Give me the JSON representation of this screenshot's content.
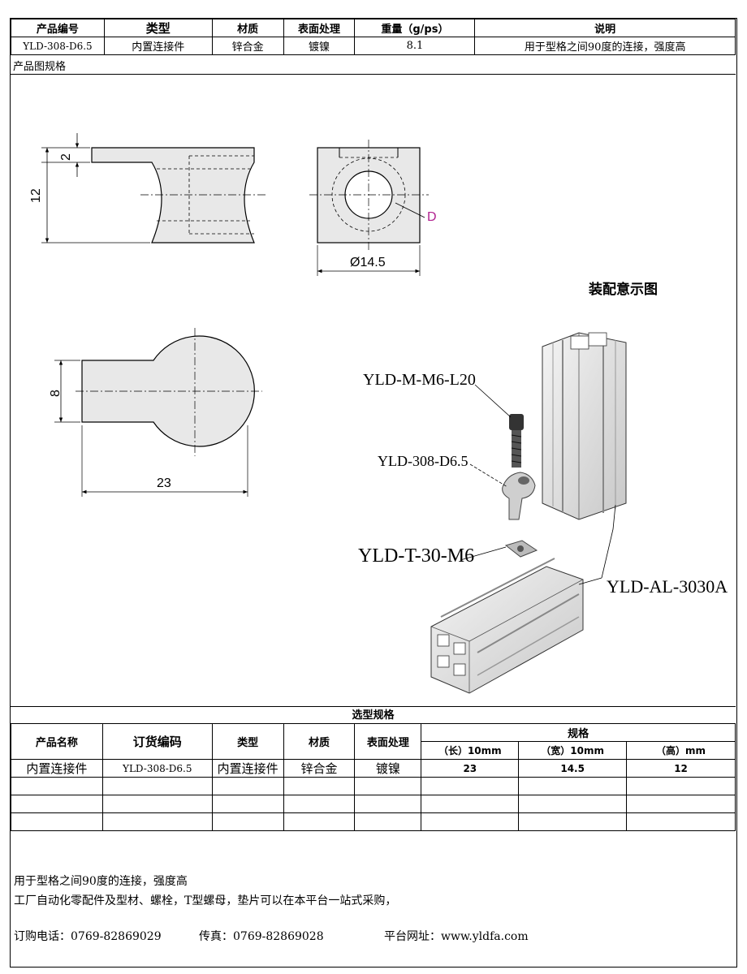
{
  "header": {
    "columns": [
      "产品编号",
      "类型",
      "材质",
      "表面处理",
      "重量（g/ps）",
      "说明"
    ],
    "values": [
      "YLD-308-D6.5",
      "内置连接件",
      "锌合金",
      "镀镍",
      "8.1",
      "用于型格之间90度的连接，强度高"
    ]
  },
  "section_label": "产品图规格",
  "drawing": {
    "dim_2": "2",
    "dim_12": "12",
    "dim_d_label": "D",
    "dim_dia": "Ø14.5",
    "dim_8": "8",
    "dim_23": "23",
    "assembly_title": "装配意示图",
    "label_screw": "YLD-M-M6-L20",
    "label_connector": "YLD-308-D6.5",
    "label_tnut": "YLD-T-30-M6",
    "label_profile": "YLD-AL-3030A"
  },
  "selection": {
    "title": "选型规格",
    "col_name": "产品名称",
    "col_code": "订货编码",
    "col_type": "类型",
    "col_material": "材质",
    "col_surface": "表面处理",
    "col_spec": "规格",
    "spec_l": "（长）10mm",
    "spec_w": "（宽）10mm",
    "spec_h": "（高）mm",
    "row": {
      "name": "内置连接件",
      "code": "YLD-308-D6.5",
      "type": "内置连接件",
      "material": "锌合金",
      "surface": "镀镍",
      "l": "23",
      "w": "14.5",
      "h": "12"
    }
  },
  "footer": {
    "line1": "用于型格之间90度的连接，强度高",
    "line2": "工厂自动化零配件及型材、螺栓，T型螺母，垫片可以在本平台一站式采购，",
    "phone": "订购电话：0769-82869029",
    "fax": "传真：0769-82869028",
    "site": "平台网址：www.yldfa.com"
  },
  "colors": {
    "accent_d": "#b0218f",
    "fill": "#e8e8e8"
  }
}
